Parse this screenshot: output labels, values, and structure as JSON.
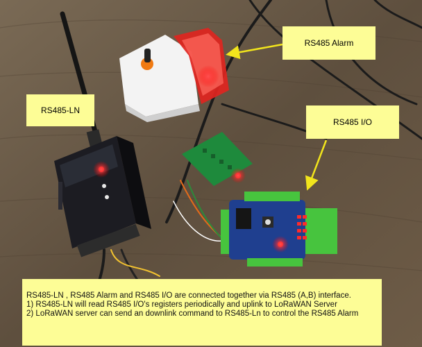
{
  "labels": {
    "alarm": "RS485 Alarm",
    "ln": "RS485-LN",
    "io": "RS485 I/O"
  },
  "description": {
    "line1": "RS485-LN , RS485 Alarm and RS485 I/O are connected together via RS485 (A,B) interface.",
    "line2": "1) RS485-LN will read RS485 I/O's registers periodically and uplink to LoRaWAN Server",
    "line3": "2) LoRaWAN server can send an downlink command to RS485-Ln to control the RS485 Alarm"
  },
  "colors": {
    "label_bg": "#fdfd96",
    "arrow": "#f2e51c",
    "led": "#ff2a2a"
  }
}
